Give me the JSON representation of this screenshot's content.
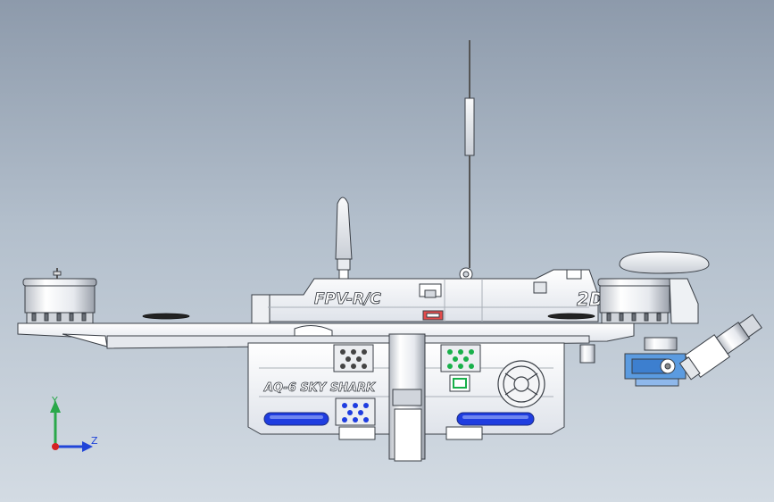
{
  "model": {
    "brand_text": "FPV-R/C",
    "name_text": "AQ-6 SKY SHARK",
    "badge_text": "2D"
  },
  "triad": {
    "y_label": "Y",
    "z_label": "Z"
  },
  "colors": {
    "background_top": "#8d9aab",
    "background_bottom": "#d3dbe3",
    "part_light": "#f2f4f7",
    "edge": "#3a3f46",
    "accent_blue": "#1f3de0",
    "accent_green": "#18b04a",
    "gimbal_blue": "#5b9be0",
    "axis_y": "#2aa84a",
    "axis_z": "#2145d8",
    "axis_x": "#d42222"
  }
}
